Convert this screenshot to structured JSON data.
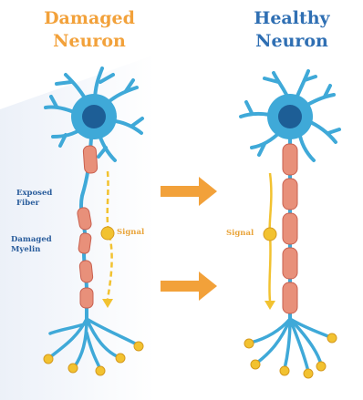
{
  "titles": {
    "damaged": "Damaged\nNeuron",
    "healthy": "Healthy\nNeuron"
  },
  "labels": {
    "exposed_fiber": "Exposed\nFiber",
    "damaged_myelin": "Damaged\nMyelin",
    "signal_left": "Signal",
    "signal_right": "Signal"
  },
  "colors": {
    "neuron_body": "#3fa9d8",
    "nucleus": "#1d5e96",
    "myelin": "#e8907a",
    "arrow": "#f2a13a",
    "signal": "#f2c230",
    "title_damaged": "#f2a13a",
    "title_healthy": "#2f6fb3"
  }
}
